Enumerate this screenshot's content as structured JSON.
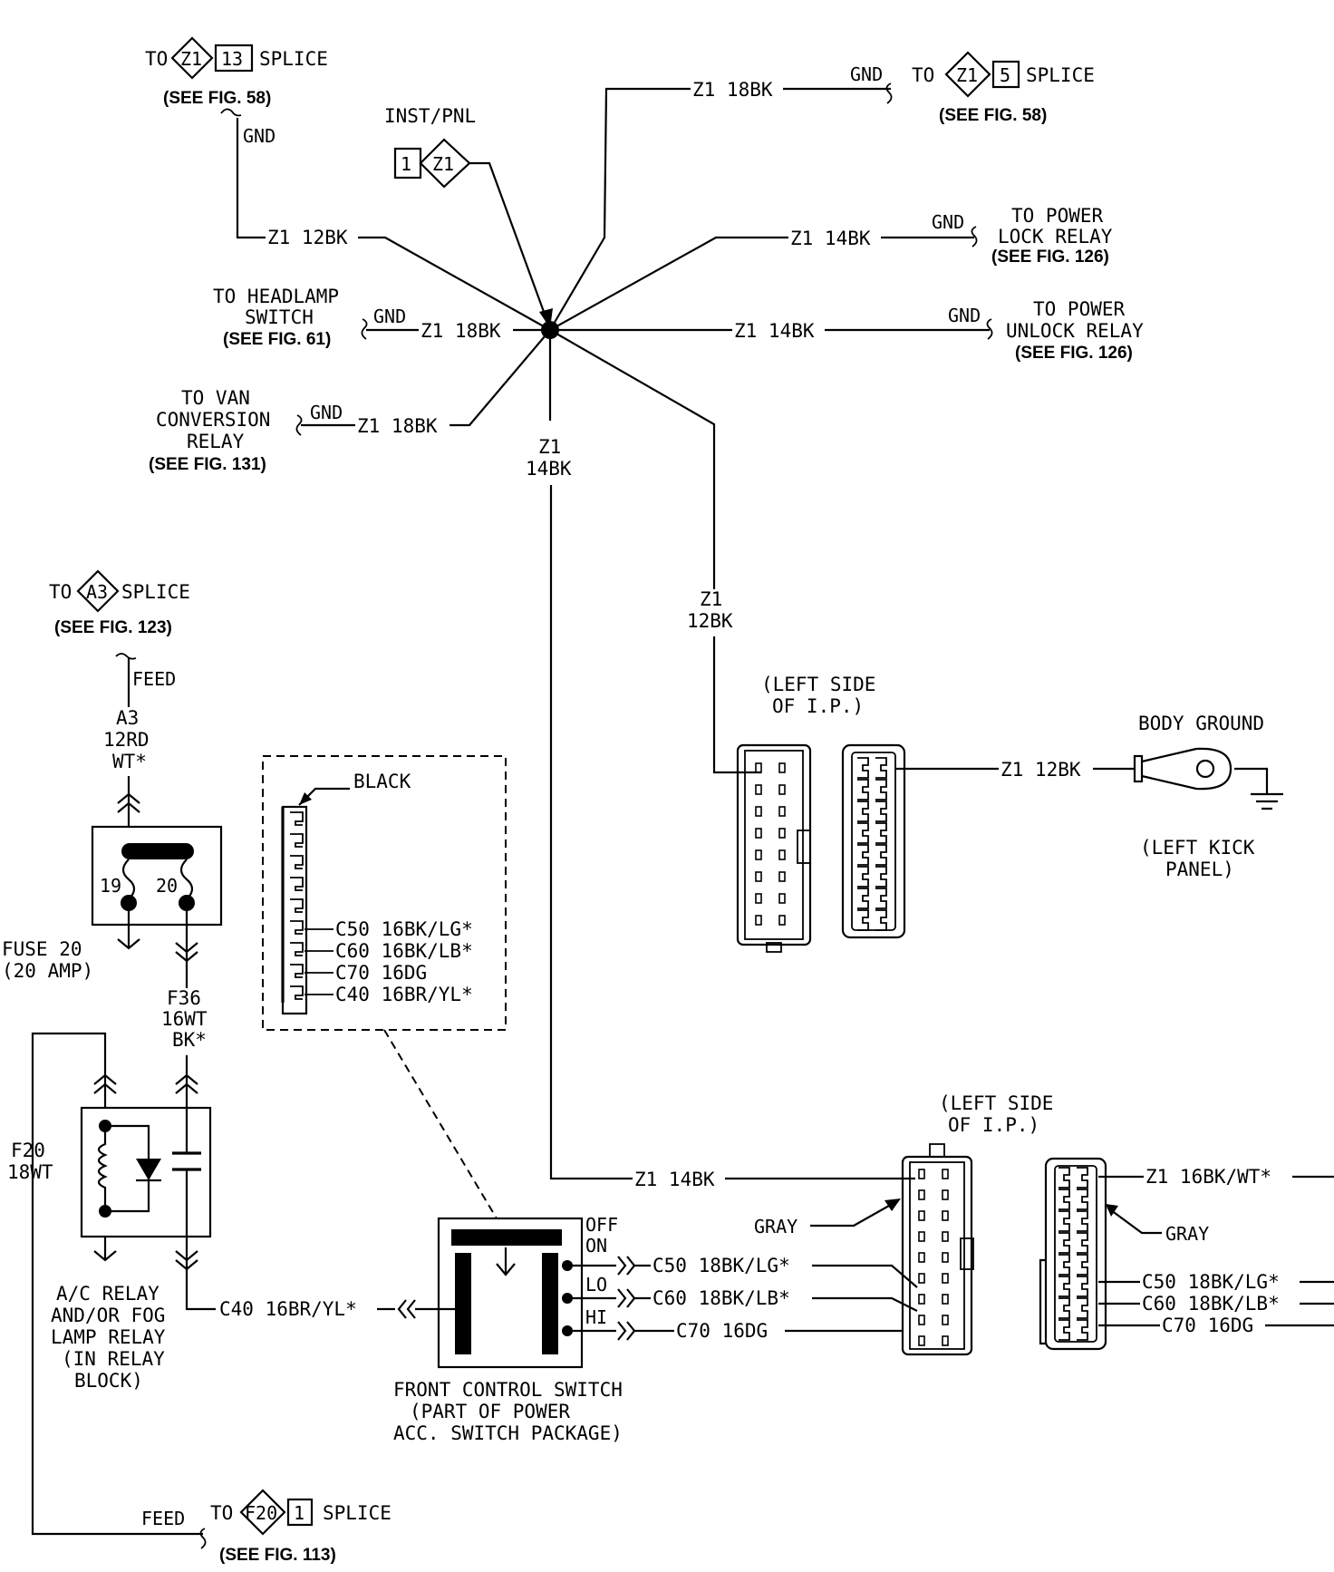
{
  "top_left_splice": {
    "to": "TO",
    "circuit": "Z1",
    "num": "13",
    "splice": "SPLICE",
    "ref": "(SEE FIG. 58)",
    "gnd": "GND",
    "wire": "Z1 12BK"
  },
  "top_right_splice": {
    "wire": "Z1 18BK",
    "gnd": "GND",
    "to": "TO",
    "circuit": "Z1",
    "num": "5",
    "splice": "SPLICE",
    "ref": "(SEE FIG. 58)"
  },
  "inst_panel": {
    "label": "INST/PNL",
    "pin": "1",
    "circuit": "Z1"
  },
  "power_lock": {
    "wire": "Z1 14BK",
    "gnd": "GND",
    "line1": "TO POWER",
    "line2": "LOCK RELAY",
    "ref": "(SEE FIG. 126)"
  },
  "power_unlock": {
    "wire": "Z1 14BK",
    "gnd": "GND",
    "line1": "TO POWER",
    "line2": "UNLOCK RELAY",
    "ref": "(SEE FIG. 126)"
  },
  "headlamp": {
    "line1": "TO HEADLAMP",
    "line2": "SWITCH",
    "ref": "(SEE FIG. 61)",
    "gnd": "GND",
    "wire": "Z1 18BK"
  },
  "van_conversion": {
    "line1": "TO VAN",
    "line2": "CONVERSION",
    "line3": "RELAY",
    "ref": "(SEE FIG. 131)",
    "gnd": "GND",
    "wire": "Z1 18BK"
  },
  "center_down_wire": {
    "line1": "Z1",
    "line2": "14BK"
  },
  "right_down_wire": {
    "line1": "Z1",
    "line2": "12BK"
  },
  "upper_connector": {
    "line1": "(LEFT SIDE",
    "line2": "OF I.P.)"
  },
  "body_ground": {
    "label": "BODY GROUND",
    "wire": "Z1 12BK",
    "line1": "(LEFT KICK",
    "line2": "PANEL)"
  },
  "a3_splice": {
    "to": "TO",
    "circuit": "A3",
    "splice": "SPLICE",
    "ref": "(SEE FIG. 123)",
    "feed": "FEED",
    "w1": "A3",
    "w2": "12RD",
    "w3": "WT*"
  },
  "fuse": {
    "pin19": "19",
    "pin20": "20",
    "line1": "FUSE  20",
    "line2": "(20 AMP)"
  },
  "f36": {
    "line1": "F36",
    "line2": "16WT",
    "line3": "BK*"
  },
  "f20": {
    "line1": "F20",
    "line2": "18WT"
  },
  "relay": {
    "line1": "A/C RELAY",
    "line2": "AND/OR FOG",
    "line3": "LAMP RELAY",
    "line4": "(IN RELAY",
    "line5": "BLOCK)"
  },
  "inset": {
    "black": "BLACK",
    "pins": [
      {
        "label": "C50  16BK/LG*"
      },
      {
        "label": "C60  16BK/LB*"
      },
      {
        "label": "C70  16DG"
      },
      {
        "label": "C40  16BR/YL*"
      }
    ]
  },
  "switch": {
    "off": "OFF",
    "on": "ON",
    "lo": "LO",
    "hi": "HI",
    "line1": "FRONT CONTROL SWITCH",
    "line2": "(PART OF POWER",
    "line3": "ACC. SWITCH PACKAGE)",
    "c40": "C40  16BR/YL*"
  },
  "switch_wires": [
    {
      "label": "C50  18BK/LG*"
    },
    {
      "label": "C60  18BK/LB*"
    },
    {
      "label": "C70  16DG"
    }
  ],
  "lower_connector": {
    "line1": "(LEFT SIDE",
    "line2": "OF I.P.)",
    "z1wire": "Z1  14BK",
    "gray_left": "GRAY",
    "gray_right": "GRAY",
    "z1right": "Z1  16BK/WT*",
    "right_wires": [
      {
        "label": "C50  18BK/LG*"
      },
      {
        "label": "C60  18BK/LB*"
      },
      {
        "label": "C70  16DG"
      }
    ]
  },
  "f20_splice": {
    "feed": "FEED",
    "to": "TO",
    "circuit": "F20",
    "num": "1",
    "splice": "SPLICE",
    "ref": "(SEE FIG. 113)"
  }
}
